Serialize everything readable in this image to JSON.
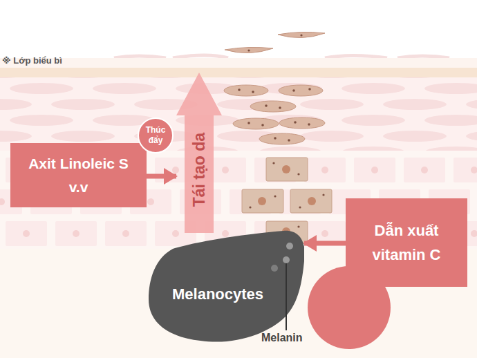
{
  "diagram": {
    "nodes": [
      {
        "text": [
          "Thúc đẩy"
        ]
      },
      {
        "text": [
          "Axit Linoleic S v.v"
        ]
      },
      {
        "text": [
          "Tái tạo da"
        ]
      },
      {
        "text": [
          "Dẫn xuất vitamin C"
        ]
      },
      {
        "text": [
          "Melanocytes"
        ]
      }
    ],
    "edges": [
      {
        "from": 1,
        "to": 2,
        "arrow": "to"
      },
      {
        "from": 3,
        "to": 4,
        "arrow": "to"
      }
    ],
    "labels": [
      "※ Lớp biểu bì",
      "Melanin"
    ]
  }
}
